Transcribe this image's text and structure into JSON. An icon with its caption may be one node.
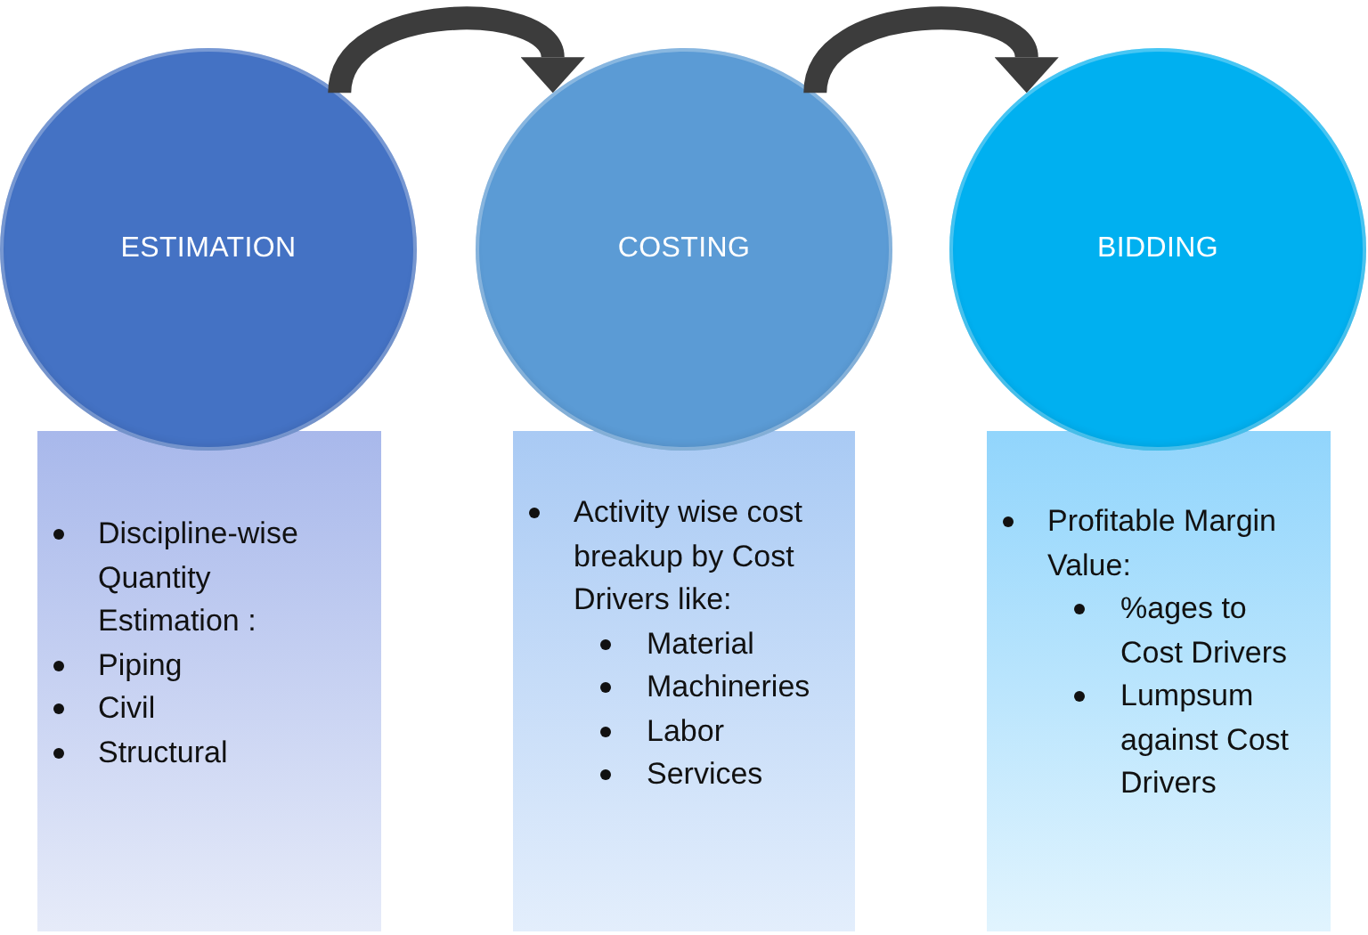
{
  "diagram": {
    "nodes": [
      {
        "text": [
          "ESTIMATION"
        ]
      },
      {
        "text": [
          "COSTING"
        ]
      },
      {
        "text": [
          "BIDDING"
        ]
      },
      {
        "text": [
          "Discipline-wise Quantity Estimation :",
          "Piping",
          "Civil",
          "Structural"
        ]
      },
      {
        "text": [
          "Activity wise cost breakup by Cost Drivers like:",
          "Material",
          "Machineries",
          "Labor",
          "Services"
        ]
      },
      {
        "text": [
          "Profitable Margin Value:",
          "%ages to Cost Drivers",
          "Lumpsum against Cost Drivers"
        ]
      }
    ],
    "edges": [
      {
        "from": 0,
        "to": 1,
        "arrow": "to"
      },
      {
        "from": 1,
        "to": 2,
        "arrow": "to"
      }
    ]
  }
}
